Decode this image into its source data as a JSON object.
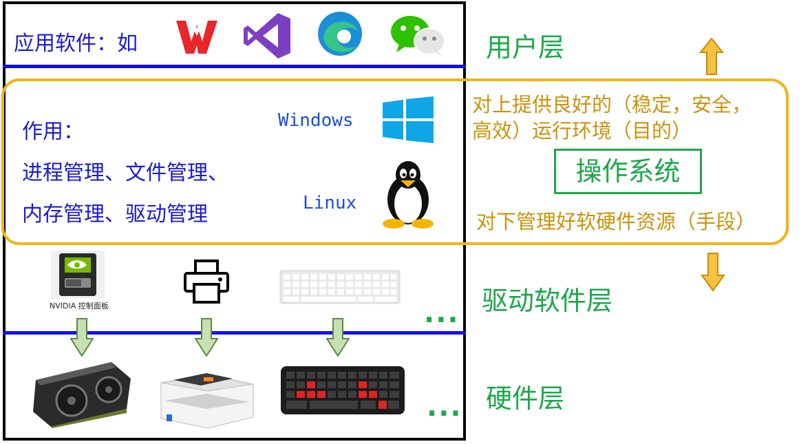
{
  "app_layer": {
    "prefix": "应用软件：如",
    "apps": [
      "wps-icon",
      "visual-studio-icon",
      "edge-icon",
      "wechat-icon"
    ]
  },
  "os": {
    "role_label": "作用：",
    "role_line1": "进程管理、文件管理、",
    "role_line2": "内存管理、驱动管理",
    "windows_label": "Windows",
    "linux_label": "Linux",
    "title": "操作系统",
    "upward_line1": "对上提供良好的（稳定，安全，",
    "upward_line2": "高效）运行环境（目的）",
    "downward": "对下管理好软硬件资源（手段）"
  },
  "layers": {
    "user": "用户层",
    "driver": "驱动软件层",
    "hardware": "硬件层"
  },
  "driver_row": {
    "nvidia_caption": "NVIDIA 控制面板",
    "ellipsis": "..."
  },
  "hardware_row": {
    "ellipsis": "..."
  },
  "colors": {
    "accent_blue": "#1010ee",
    "os_outline": "#f2b21a",
    "layer_green": "#1aa84a",
    "note_gold": "#c9930c",
    "arrow_green": "#c6e0b4",
    "arrow_gold": "#f5c242"
  }
}
